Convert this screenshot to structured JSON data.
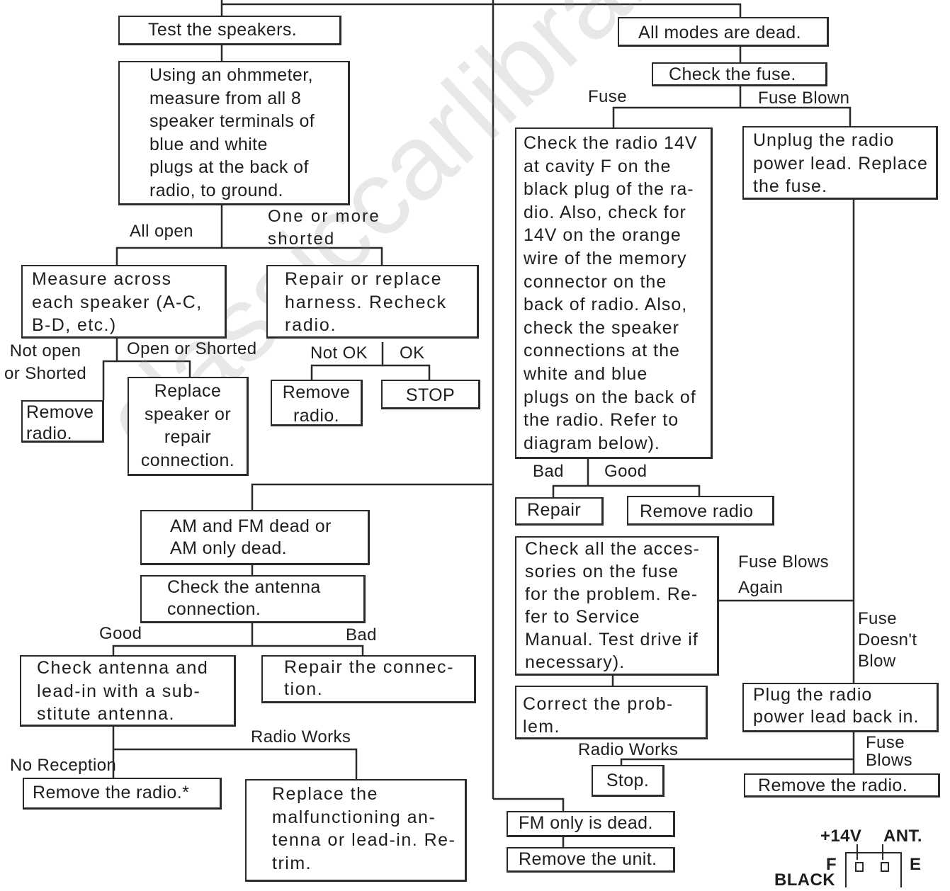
{
  "boxes": {
    "test_speakers": "Test the speakers.",
    "ohmmeter": "Using an ohmmeter,\nmeasure from all 8\nspeaker terminals of\nblue and white\nplugs at the back of\nradio, to ground.",
    "measure_across": "Measure across\neach speaker (A-C,\nB-D, etc.)",
    "repair_harness": "Repair or replace\nharness. Recheck\nradio.",
    "remove_radio_1": "Remove\nradio.",
    "replace_speaker": "Replace\nspeaker or\nrepair\nconnection.",
    "remove_radio_2": "Remove\nradio.",
    "stop_1": "STOP",
    "am_fm_dead": "AM and FM dead or\nAM only dead.",
    "check_antenna_conn": "Check the antenna\nconnection.",
    "check_antenna_sub": "Check antenna and\nlead-in with a sub-\nstitute antenna.",
    "repair_connection": "Repair the connec-\ntion.",
    "remove_radio_star": "Remove the radio.*",
    "replace_antenna": "Replace the\nmalfunctioning an-\ntenna or lead-in. Re-\ntrim.",
    "all_modes_dead": "All modes are dead.",
    "check_fuse": "Check the fuse.",
    "check_14v": "Check the radio 14V\nat cavity F on the\nblack plug of the ra-\ndio. Also, check for\n14V on the orange\nwire of the memory\nconnector on the\nback of radio. Also,\ncheck the speaker\nconnections at the\nwhite and blue\nplugs on the back of\nthe radio. Refer to\ndiagram below).",
    "unplug_lead": "Unplug the radio\npower lead. Replace\nthe fuse.",
    "repair": "Repair",
    "remove_radio_3": "Remove radio",
    "check_accessories": "Check all the acces-\nsories on the fuse\nfor the problem. Re-\nfer to Service\nManual. Test drive if\nnecessary).",
    "correct_problem": "Correct the prob-\nlem.",
    "stop_2": "Stop.",
    "plug_back": "Plug the radio\npower lead back in.",
    "remove_radio_4": "Remove the radio.",
    "fm_only_dead": "FM only is dead.",
    "remove_unit": "Remove the unit."
  },
  "labels": {
    "all_open": "All open",
    "one_or_more": "One or more\nshorted",
    "not_open": "Not open\nor Shorted",
    "open_or_shorted": "Open or Shorted",
    "not_ok": "Not OK",
    "ok": "OK",
    "good_1": "Good",
    "bad_1": "Bad",
    "radio_works_1": "Radio Works",
    "no_reception": "No Reception",
    "fuse": "Fuse",
    "fuse_blown": "Fuse Blown",
    "bad_2": "Bad",
    "good_2": "Good",
    "fuse_blows_again": "Fuse Blows\nAgain",
    "fuse_doesnt_blow": "Fuse\nDoesn't\nBlow",
    "radio_works_2": "Radio Works",
    "fuse_blows": "Fuse\nBlows"
  },
  "connector": {
    "plus14v": "+14V",
    "ant": "ANT.",
    "f": "F",
    "e": "E",
    "black": "BLACK"
  },
  "watermark": "classiccarlibrary.com"
}
